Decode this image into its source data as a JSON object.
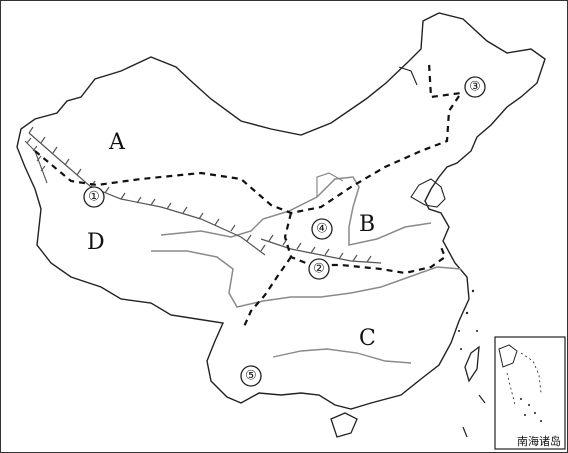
{
  "map": {
    "regions": [
      {
        "id": "A",
        "label": "A"
      },
      {
        "id": "B",
        "label": "B"
      },
      {
        "id": "C",
        "label": "C"
      },
      {
        "id": "D",
        "label": "D"
      }
    ],
    "markers": [
      {
        "id": "1",
        "label": "①"
      },
      {
        "id": "2",
        "label": "②"
      },
      {
        "id": "3",
        "label": "③"
      },
      {
        "id": "4",
        "label": "④"
      },
      {
        "id": "5",
        "label": "⑤"
      }
    ],
    "inset": {
      "label": "南海诸岛"
    },
    "colors": {
      "outline": "#222222",
      "rivers": "#8a8a8a",
      "divider": "#111111",
      "mountains": "#555555"
    }
  }
}
